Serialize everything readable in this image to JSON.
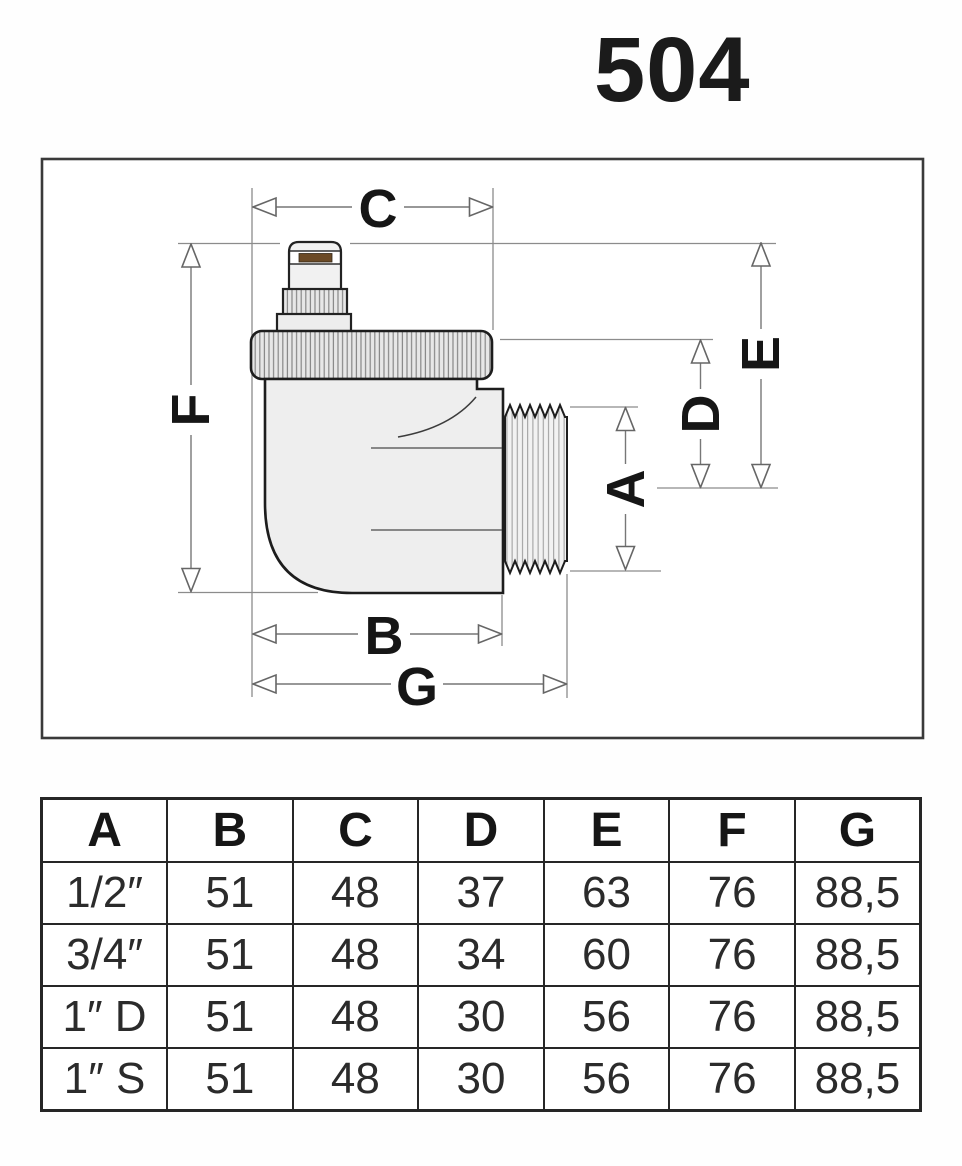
{
  "page": {
    "title": "504"
  },
  "diagram": {
    "labels": {
      "a": "A",
      "b": "B",
      "c": "C",
      "d": "D",
      "e": "E",
      "f": "F",
      "g": "G"
    },
    "colors": {
      "outline": "#1d1d1d",
      "dimension_lines": "#777777",
      "body_fill": "#eeeeee",
      "cap_fill": "#e7e7e7",
      "vent_seal_brown": "#6b4a26",
      "frame_border": "#3a3a3a"
    }
  },
  "table": {
    "headers": [
      "A",
      "B",
      "C",
      "D",
      "E",
      "F",
      "G"
    ],
    "rows": [
      [
        "1/2″",
        "51",
        "48",
        "37",
        "63",
        "76",
        "88,5"
      ],
      [
        "3/4″",
        "51",
        "48",
        "34",
        "60",
        "76",
        "88,5"
      ],
      [
        "1″ D",
        "51",
        "48",
        "30",
        "56",
        "76",
        "88,5"
      ],
      [
        "1″ S",
        "51",
        "48",
        "30",
        "56",
        "76",
        "88,5"
      ]
    ]
  }
}
